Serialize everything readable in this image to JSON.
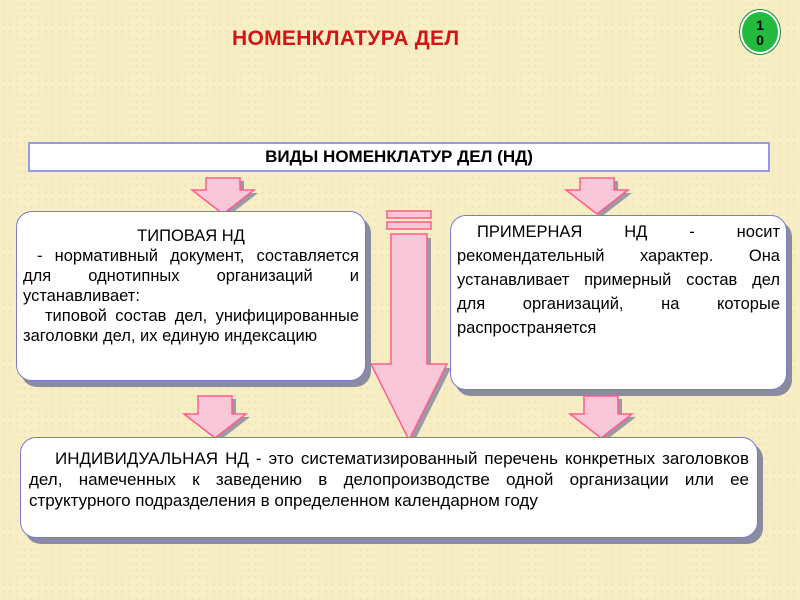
{
  "title": "НОМЕНКЛАТУРА ДЕЛ",
  "slide_number": [
    "1",
    "0"
  ],
  "header": "ВИДЫ НОМЕНКЛАТУР ДЕЛ (НД)",
  "typical": {
    "heading": "ТИПОВАЯ  НД",
    "text1": "- нормативный документ, составляется для однотипных организаций и устанавливает:",
    "text2": "типовой состав дел, унифицированные заголовки дел, их единую индексацию"
  },
  "approximate": {
    "text": "ПРИМЕРНАЯ НД - носит рекомендательный характер. Она устанавливает примерный состав дел для организаций, на которые распространяется"
  },
  "individual": {
    "text": "ИНДИВИДУАЛЬНАЯ НД - это систематизированный перечень конкретных заголовков дел, намеченных к заведению в делопроизводстве одной организации или ее структурного подразделения в определенном календарном году"
  },
  "colors": {
    "title": "#d41414",
    "badge": "#22bb40",
    "arrow_fill": "#f8c8d8",
    "arrow_stroke": "#ff5c8a",
    "box_border": "#7a7ad0",
    "background": "#f7eec6"
  }
}
